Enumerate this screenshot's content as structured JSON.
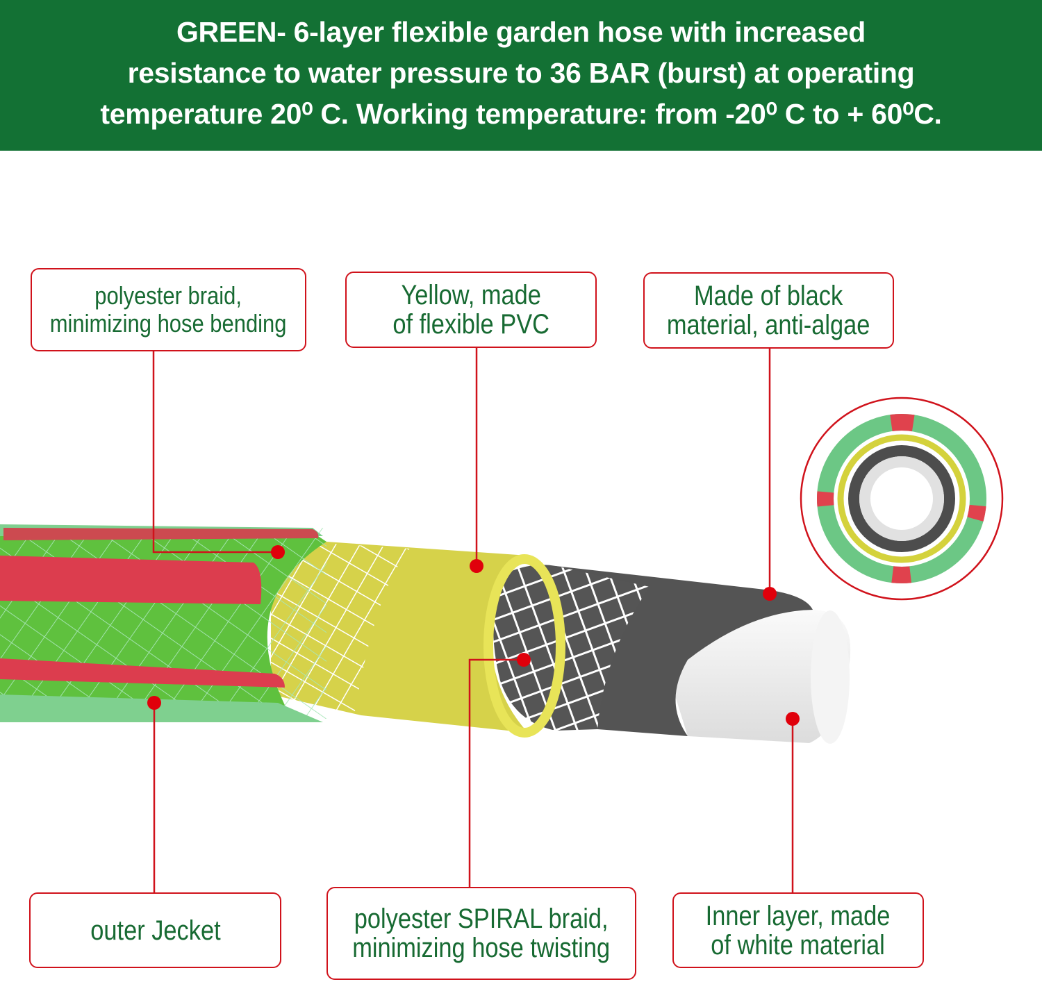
{
  "banner": {
    "lines": [
      "GREEN- 6-layer flexible garden hose with increased",
      "resistance to water pressure to 36 BAR (burst) at operating",
      "temperature 20⁰ C. Working temperature: from -20⁰ C to + 60⁰C."
    ],
    "background_color": "#137134"
  },
  "callouts": {
    "polyester_braid": {
      "lines": [
        "polyester  braid,",
        "minimizing hose bending"
      ]
    },
    "yellow_pvc": {
      "lines": [
        "Yellow, made",
        "of flexible PVC"
      ]
    },
    "black_material": {
      "lines": [
        "Made of black",
        "material, anti-algae"
      ]
    },
    "outer_jacket": {
      "lines": [
        "outer Jecket"
      ]
    },
    "spiral_braid": {
      "lines": [
        "polyester SPIRAL braid,",
        "minimizing hose twisting"
      ]
    },
    "inner_layer": {
      "lines": [
        "Inner layer, made",
        "of white material"
      ]
    }
  },
  "colors": {
    "callout_border": "#d0121b",
    "callout_text": "#176a32",
    "outer_green": "#62c23f",
    "stripe_red": "#dc3d4e",
    "yellow_pvc": "#d6d24a",
    "black_layer": "#545454",
    "inner_white": "#eeeeee"
  },
  "cross_section": {
    "layers": [
      "outer green jacket with red stripes",
      "yellow PVC",
      "black anti-algae",
      "white inner"
    ]
  }
}
